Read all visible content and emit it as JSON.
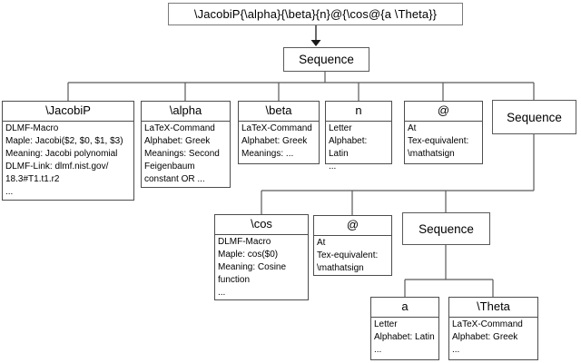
{
  "formula": "\\JacobiP{\\alpha}{\\beta}{n}@{\\cos@{a \\Theta}}",
  "nodes": {
    "seq_root": {
      "title": "Sequence"
    },
    "jacobip": {
      "title": "\\JacobiP",
      "body": [
        "DLMF-Macro",
        "Maple: Jacobi($2, $0, $1, $3)",
        "Meaning: Jacobi polynomial",
        "DLMF-Link: dlmf.nist.gov/",
        "18.3#T1.t1.r2",
        "..."
      ]
    },
    "alpha": {
      "title": "\\alpha",
      "body": [
        "LaTeX-Command",
        "Alphabet: Greek",
        "Meanings: Second",
        "Feigenbaum",
        "constant OR ..."
      ]
    },
    "beta": {
      "title": "\\beta",
      "body": [
        "LaTeX-Command",
        "Alphabet: Greek",
        "Meanings: ..."
      ]
    },
    "n": {
      "title": "n",
      "body": [
        "Letter",
        "Alphabet: Latin",
        "..."
      ]
    },
    "at_arg": {
      "title": "@",
      "body": [
        "At",
        "Tex-equivalent:",
        "\\mathatsign"
      ]
    },
    "seq_arg": {
      "title": "Sequence"
    },
    "cos": {
      "title": "\\cos",
      "body": [
        "DLMF-Macro",
        "Maple: cos($0)",
        "Meaning: Cosine",
        "function",
        "..."
      ]
    },
    "at_inner": {
      "title": "@",
      "body": [
        "At",
        "Tex-equivalent:",
        "\\mathatsign"
      ]
    },
    "seq_inner": {
      "title": "Sequence"
    },
    "a": {
      "title": "a",
      "body": [
        "Letter",
        "Alphabet: Latin",
        "..."
      ]
    },
    "theta": {
      "title": "\\Theta",
      "body": [
        "LaTeX-Command",
        "Alphabet: Greek",
        "..."
      ]
    }
  },
  "colors": {
    "box_border": "#4d4d4d",
    "line": "#595959",
    "background": "#ffffff"
  }
}
